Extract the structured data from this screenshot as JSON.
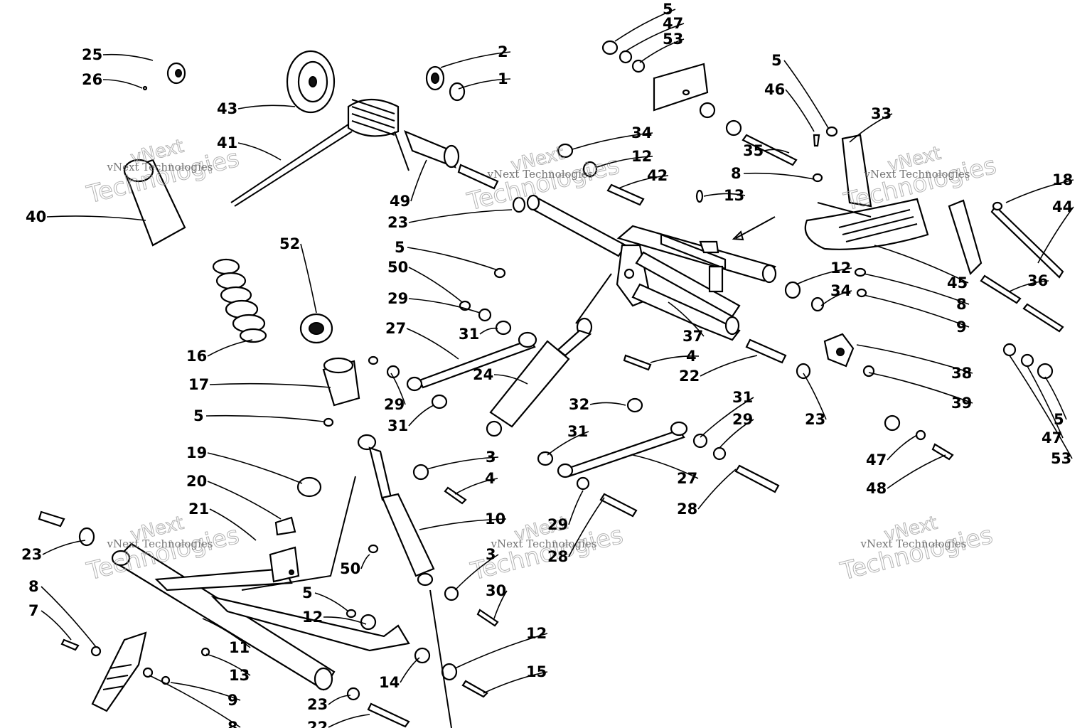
{
  "diagram": {
    "callouts": [
      {
        "id": "c25a",
        "text": "25"
      },
      {
        "id": "c26",
        "text": "26"
      },
      {
        "id": "c43",
        "text": "43"
      },
      {
        "id": "c2",
        "text": "2"
      },
      {
        "id": "c1",
        "text": "1"
      },
      {
        "id": "c41",
        "text": "41"
      },
      {
        "id": "c49",
        "text": "49"
      },
      {
        "id": "c23a",
        "text": "23"
      },
      {
        "id": "c40",
        "text": "40"
      },
      {
        "id": "c5a",
        "text": "5"
      },
      {
        "id": "c47a",
        "text": "47"
      },
      {
        "id": "c53a",
        "text": "53"
      },
      {
        "id": "c34a",
        "text": "34"
      },
      {
        "id": "c12a",
        "text": "12"
      },
      {
        "id": "c42",
        "text": "42"
      },
      {
        "id": "c13a",
        "text": "13"
      },
      {
        "id": "c35",
        "text": "35"
      },
      {
        "id": "c8a",
        "text": "8"
      },
      {
        "id": "c5b",
        "text": "5"
      },
      {
        "id": "c46",
        "text": "46"
      },
      {
        "id": "c33",
        "text": "33"
      },
      {
        "id": "c18",
        "text": "18"
      },
      {
        "id": "c44",
        "text": "44"
      },
      {
        "id": "c45",
        "text": "45"
      },
      {
        "id": "c36",
        "text": "36"
      },
      {
        "id": "c8b",
        "text": "8"
      },
      {
        "id": "c9a",
        "text": "9"
      },
      {
        "id": "c12b",
        "text": "12"
      },
      {
        "id": "c34b",
        "text": "34"
      },
      {
        "id": "c52",
        "text": "52"
      },
      {
        "id": "c16",
        "text": "16"
      },
      {
        "id": "c5c",
        "text": "5"
      },
      {
        "id": "c50a",
        "text": "50"
      },
      {
        "id": "c29a",
        "text": "29"
      },
      {
        "id": "c31a",
        "text": "31"
      },
      {
        "id": "c27a",
        "text": "27"
      },
      {
        "id": "c37",
        "text": "37"
      },
      {
        "id": "c4a",
        "text": "4"
      },
      {
        "id": "c22a",
        "text": "22"
      },
      {
        "id": "c38",
        "text": "38"
      },
      {
        "id": "c39",
        "text": "39"
      },
      {
        "id": "c24",
        "text": "24"
      },
      {
        "id": "c29b",
        "text": "29"
      },
      {
        "id": "c31b",
        "text": "31"
      },
      {
        "id": "c17",
        "text": "17"
      },
      {
        "id": "c32",
        "text": "32"
      },
      {
        "id": "c31c",
        "text": "31"
      },
      {
        "id": "c29c",
        "text": "29"
      },
      {
        "id": "c23b",
        "text": "23"
      },
      {
        "id": "c5d",
        "text": "5"
      },
      {
        "id": "c47b",
        "text": "47"
      },
      {
        "id": "c53b",
        "text": "53"
      },
      {
        "id": "c5e",
        "text": "5"
      },
      {
        "id": "c19",
        "text": "19"
      },
      {
        "id": "c3a",
        "text": "3"
      },
      {
        "id": "c31d",
        "text": "31"
      },
      {
        "id": "c27b",
        "text": "27"
      },
      {
        "id": "c47c",
        "text": "47"
      },
      {
        "id": "c48",
        "text": "48"
      },
      {
        "id": "c4b",
        "text": "4"
      },
      {
        "id": "c20",
        "text": "20"
      },
      {
        "id": "c28a",
        "text": "28"
      },
      {
        "id": "c21",
        "text": "21"
      },
      {
        "id": "c10",
        "text": "10"
      },
      {
        "id": "c29d",
        "text": "29"
      },
      {
        "id": "c23c",
        "text": "23"
      },
      {
        "id": "c28b",
        "text": "28"
      },
      {
        "id": "c50b",
        "text": "50"
      },
      {
        "id": "c3b",
        "text": "3"
      },
      {
        "id": "c30",
        "text": "30"
      },
      {
        "id": "c8c",
        "text": "8"
      },
      {
        "id": "c5f",
        "text": "5"
      },
      {
        "id": "c7",
        "text": "7"
      },
      {
        "id": "c12c",
        "text": "12"
      },
      {
        "id": "c11",
        "text": "11"
      },
      {
        "id": "c12d",
        "text": "12"
      },
      {
        "id": "c13b",
        "text": "13"
      },
      {
        "id": "c15",
        "text": "15"
      },
      {
        "id": "c14",
        "text": "14"
      },
      {
        "id": "c9b",
        "text": "9"
      },
      {
        "id": "c23d",
        "text": "23"
      },
      {
        "id": "c8d",
        "text": "8"
      },
      {
        "id": "c22b",
        "text": "22"
      }
    ],
    "watermarks": [
      {
        "id": "w1",
        "line1": "vNext",
        "line2": "Technologies",
        "small": "vNext Technologies"
      },
      {
        "id": "w2",
        "line1": "vNext",
        "line2": "Technologies",
        "small": "vNext Technologies"
      },
      {
        "id": "w3",
        "line1": "vNext",
        "line2": "Technologies",
        "small": "vNext Technologies"
      },
      {
        "id": "w4",
        "line1": "vNext",
        "line2": "Technologies",
        "small": "vNext Technologies"
      },
      {
        "id": "w5",
        "line1": "vNext",
        "line2": "Technologies",
        "small": "vNext Technologies"
      },
      {
        "id": "w6",
        "line1": "vNext",
        "line2": "Technologies",
        "small": "vNext Technologies"
      }
    ]
  }
}
